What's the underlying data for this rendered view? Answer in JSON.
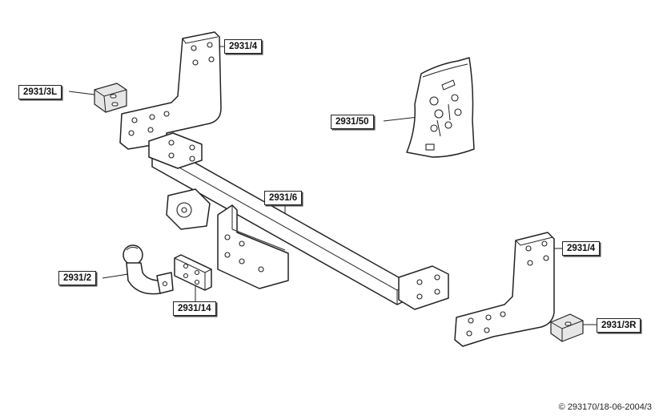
{
  "labels": {
    "bracket_left_upper": "2931/4",
    "bracket_left_clamp": "2931/3L",
    "bolt_kit": "2931/50",
    "crossbar": "2931/6",
    "bracket_right": "2931/4",
    "ball": "2931/2",
    "spacer_plate": "2931/14",
    "bracket_right_clamp": "2931/3R"
  },
  "footer": {
    "copyright": "© 293170/18-06-2004/3"
  },
  "colors": {
    "line": "#222222",
    "background": "#ffffff"
  }
}
